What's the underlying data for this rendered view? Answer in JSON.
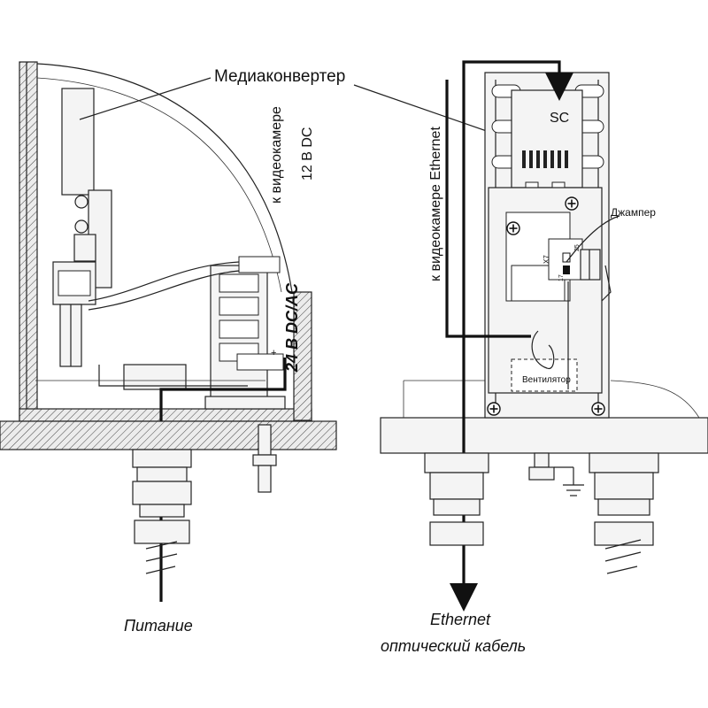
{
  "labels": {
    "media_converter": "Медиаконвертер",
    "to_camera_left": "к видеокамере",
    "dc12": "12 В DC",
    "dc_ac_24": "24 В DC/AC",
    "to_camera_ethernet": "к видеокамере Ethernet",
    "sc": "SC",
    "jumper": "Джампер",
    "x7": "X7",
    "pin17": "17",
    "pin25": "25",
    "fan": "Вентилятор",
    "power": "Питание",
    "ethernet": "Ethernet",
    "optical_cable": "оптический кабель",
    "plus": "+"
  },
  "icons": [
    "ground-icon",
    "arrow-down-icon",
    "screw-icon"
  ]
}
